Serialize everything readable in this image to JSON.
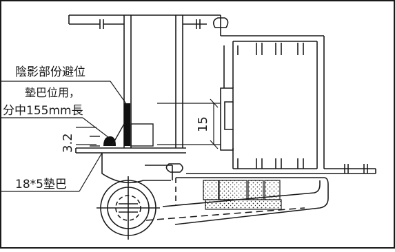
{
  "labels": {
    "shadow_note": "陰影部份避位",
    "pad_line1": "墊巴位用，",
    "pad_line2": "分中155mm長",
    "dim_32": "3.2",
    "dim_15": "15",
    "pad_size": "18*5墊巴"
  },
  "colors": {
    "line": "#1a1a1a",
    "paper": "#ffffff",
    "hatch": "#3a3a3a"
  }
}
